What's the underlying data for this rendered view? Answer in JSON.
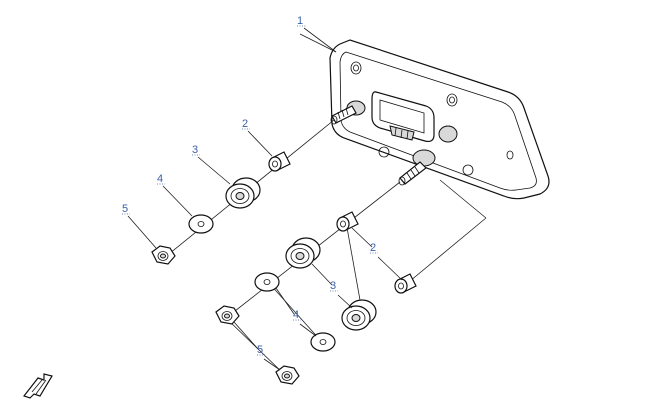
{
  "diagram": {
    "callouts": [
      {
        "id": "c1",
        "text": "1"
      },
      {
        "id": "c2a",
        "text": "2"
      },
      {
        "id": "c3a",
        "text": "3"
      },
      {
        "id": "c4a",
        "text": "4"
      },
      {
        "id": "c5a",
        "text": "5"
      },
      {
        "id": "c2b",
        "text": "2"
      },
      {
        "id": "c3b",
        "text": "3"
      },
      {
        "id": "c4b",
        "text": "4"
      },
      {
        "id": "c5b",
        "text": "5"
      }
    ],
    "colors": {
      "callout_text": "#3a5fa8",
      "line": "#111111",
      "shade": "#d9d9d9"
    },
    "logo_icon": "direction-arrow-logo-icon"
  }
}
